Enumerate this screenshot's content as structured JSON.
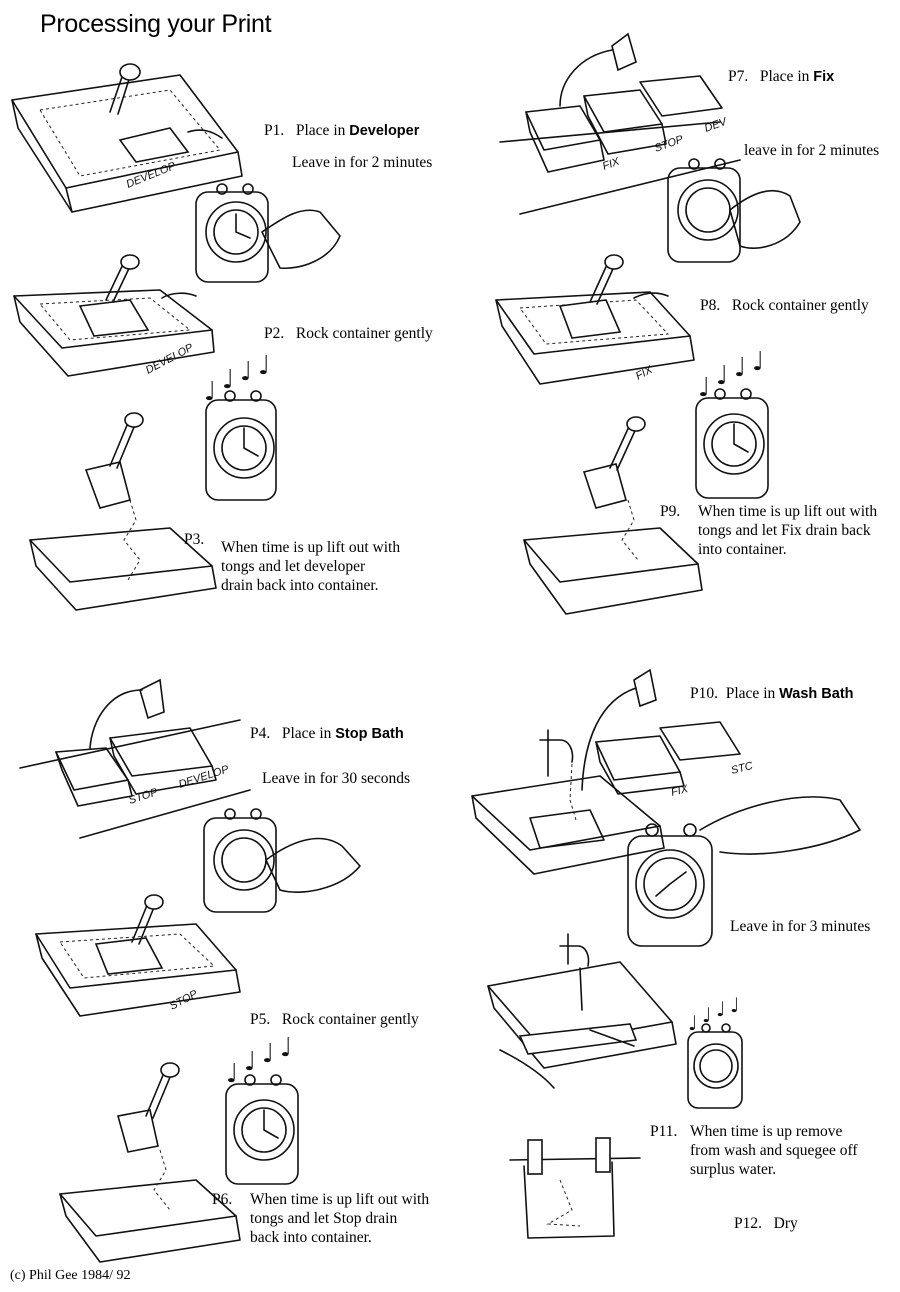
{
  "page": {
    "title": "Processing your Print",
    "copyright": "(c) Phil Gee 1984/ 92"
  },
  "steps": {
    "p1": {
      "num": "P1.",
      "pre": "Place in ",
      "bold": "Developer",
      "note": "Leave in for 2 minutes"
    },
    "p2": {
      "num": "P2.",
      "text": "Rock container gently"
    },
    "p3": {
      "num": "P3.",
      "lines": [
        "When time is up lift out with",
        "tongs and let developer",
        "drain back into container."
      ]
    },
    "p4": {
      "num": "P4.",
      "pre": "Place in ",
      "bold": "Stop Bath",
      "note": "Leave in for 30 seconds"
    },
    "p5": {
      "num": "P5.",
      "text": "Rock container gently"
    },
    "p6": {
      "num": "P6.",
      "lines": [
        "When time is up lift out with",
        "tongs and let Stop drain",
        "back into container."
      ]
    },
    "p7": {
      "num": "P7.",
      "pre": "Place in ",
      "bold": "Fix",
      "note": "leave in for 2 minutes"
    },
    "p8": {
      "num": "P8.",
      "text": "Rock container gently"
    },
    "p9": {
      "num": "P9.",
      "lines": [
        "When time is up lift out with",
        "tongs and let Fix drain back",
        "into container."
      ]
    },
    "p10": {
      "num": "P10.",
      "pre": "Place in ",
      "bold": "Wash Bath",
      "note": "Leave in for 3 minutes"
    },
    "p11": {
      "num": "P11.",
      "lines": [
        "When time is up remove",
        "from wash and squegee off",
        "surplus water."
      ]
    },
    "p12": {
      "num": "P12.",
      "text": "Dry"
    }
  },
  "tray_labels": {
    "develop_a": "DEVELOP",
    "develop_b": "DEVELOP",
    "stop_a": "STOP",
    "develop_c": "DEVELOP",
    "stop_b": "STOP",
    "fix_a": "FIX",
    "stop_c": "STOP",
    "dev_a": "DEV",
    "fix_b": "FIX",
    "fix_c": "FIX",
    "stc": "STC"
  },
  "icons": {
    "music": "♩"
  }
}
